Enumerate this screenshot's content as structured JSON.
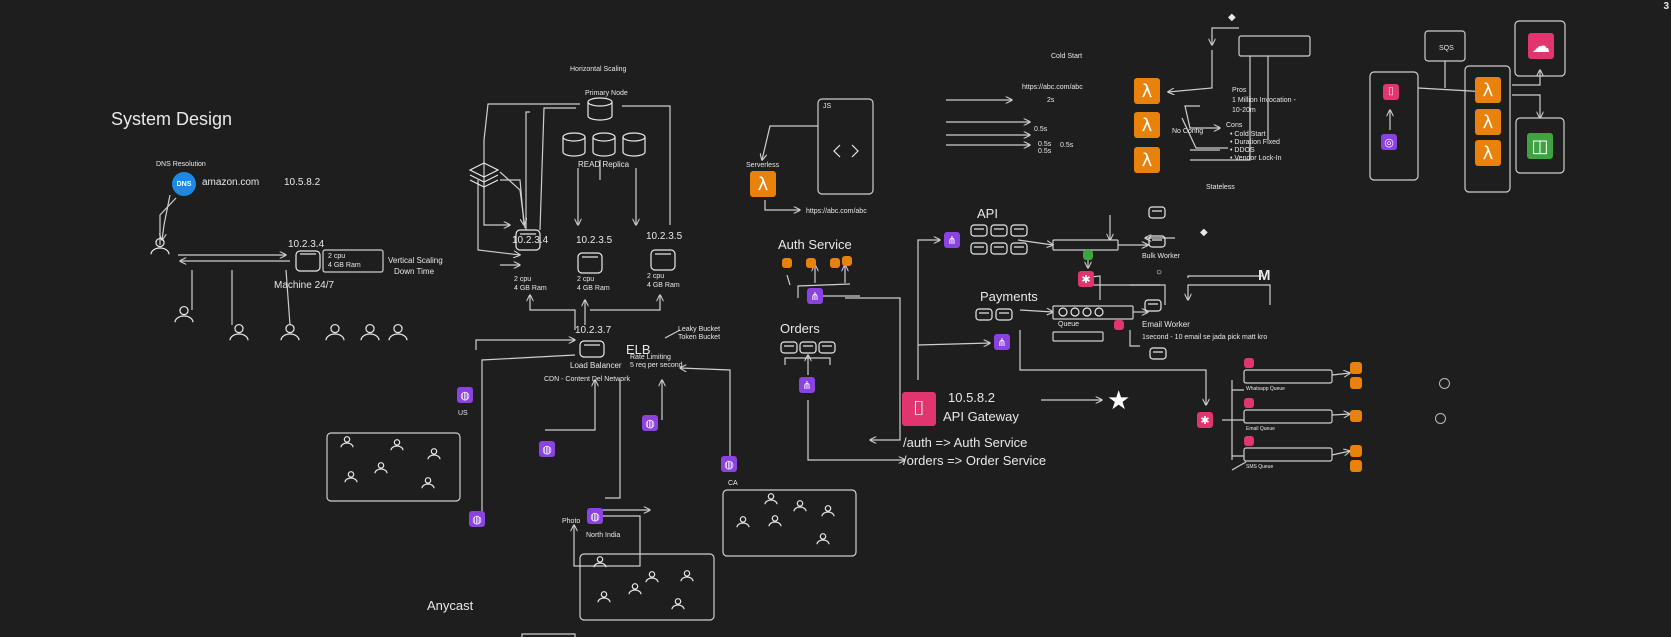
{
  "corner_number": "3",
  "title": "System Design",
  "dns": {
    "label": "DNS Resolution",
    "badge": "DNS",
    "domain": "amazon.com",
    "ip": "10.5.8.2"
  },
  "vertical": {
    "ip": "10.2.3.4",
    "spec_cpu": "2 cpu",
    "spec_ram": "4 GB Ram",
    "scaling": "Vertical Scaling",
    "downtime": "Down Time",
    "machine": "Machine 24/7"
  },
  "horizontal": {
    "title": "Horizontal Scaling",
    "primary": "Primary Node",
    "replicas": "READ Replica",
    "servers": [
      {
        "ip": "10.2.3.4",
        "cpu": "2 cpu",
        "ram": "4 GB Ram"
      },
      {
        "ip": "10.2.3.5",
        "cpu": "2 cpu",
        "ram": "4 GB Ram"
      },
      {
        "ip": "10.2.3.5",
        "cpu": "2 cpu",
        "ram": "4 GB Ram"
      }
    ],
    "lb_ip": "10.2.3.7",
    "lb": "Load Balancer",
    "elb": "ELB",
    "rate_limiting": "Rate Limiting",
    "rate": "5 req per second",
    "leaky": "Leaky Bucket",
    "token": "Token Bucket",
    "cdn": "CDN - Content Del Network"
  },
  "regions": {
    "us": "US",
    "ca": "CA",
    "photo": "Photo",
    "north_india": "North India",
    "anycast": "Anycast"
  },
  "serverless": {
    "js": "JS",
    "label": "Serverless",
    "url": "https://abc.com/abc",
    "code_glyph": "< >"
  },
  "cold_start": {
    "title": "Cold Start",
    "url": "https://abc.com/abc",
    "t1": "2s",
    "t2": "0.5s",
    "t3": "0.5s",
    "t4": "0.5s",
    "t5": "0.5s",
    "pros": "Pros",
    "pros_1": "1 Million Invocation -",
    "pros_2": "10-20m",
    "cons": "Cons",
    "cons_items": [
      "• Cold Start",
      "• Duration Fixed",
      "• DDOS",
      "• Vendor Lock-In"
    ],
    "no_config": "No Config",
    "stateless": "Stateless"
  },
  "sqs": {
    "label": "SQS"
  },
  "services": {
    "auth": "Auth Service",
    "orders": "Orders",
    "api": "API",
    "payments": "Payments",
    "queue": "Queue",
    "bulk_worker": "Bulk Worker",
    "email_worker": "Email Worker",
    "email_note": "1second - 10 email se jada pick matt kro"
  },
  "gateway": {
    "ip": "10.5.8.2",
    "name": "API Gateway",
    "route_auth": "/auth => Auth Service",
    "route_orders": "/orders => Order Service"
  },
  "queues": {
    "whatsapp": "Whatsapp Queue",
    "email": "Email Queue",
    "sms": "SMS Queue"
  },
  "icons": {
    "lambda": "lambda-icon",
    "user": "user-icon",
    "gmail": "gmail-m-icon",
    "auth0": "auth0-star-icon",
    "mongo": "mongodb-leaf-icon"
  },
  "colors": {
    "background": "#1e1e1e",
    "stroke": "#e8e8e8",
    "lambda_orange": "#e8820c",
    "aws_purple": "#8a42e0",
    "aws_pink": "#e0356e",
    "s3_green": "#3fa33f",
    "dns_blue": "#1e88e5"
  }
}
